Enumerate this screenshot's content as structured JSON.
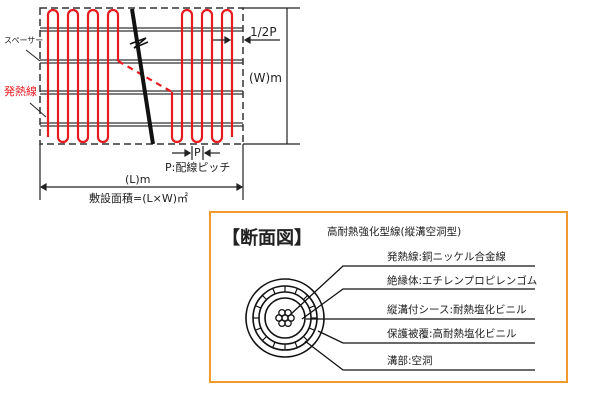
{
  "layout_diagram": {
    "spacer_label": "スペーサー",
    "heating_wire_label": "発熱線",
    "half_pitch_label": "1/2P",
    "width_label": "(W)m",
    "pitch_short": "P",
    "pitch_label": "P:配線ピッチ",
    "length_label": "(L)m",
    "area_label": "敷設面積=(L×W)㎡",
    "wire_color": "#e8191f"
  },
  "cross_section": {
    "title": "【断面図】",
    "subtitle": "高耐熱強化型線(縦溝空洞型)",
    "border_color": "#f29a2e",
    "layers": [
      "発熱線:銅ニッケル合金線",
      "絶縁体:エチレンプロピレンゴム",
      "縦溝付シース:耐熱塩化ビニル",
      "保護被覆:高耐熱塩化ビニル",
      "溝部:空洞"
    ]
  }
}
